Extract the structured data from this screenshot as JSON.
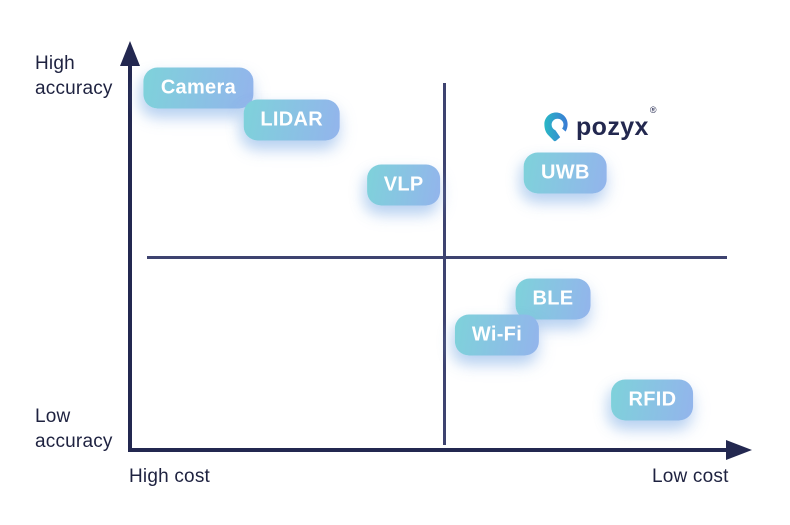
{
  "chart_data": {
    "type": "scatter",
    "title": "",
    "x_axis": {
      "left_label": "High cost",
      "right_label": "Low cost",
      "arrow": "right"
    },
    "y_axis": {
      "top_label": "High accuracy",
      "bottom_label": "Low accuracy",
      "arrow": "up"
    },
    "grid": "quadrant-cross",
    "points": [
      {
        "label": "Camera",
        "cost": 0.89,
        "accuracy": 0.89,
        "quadrant": "high-cost / high-accuracy"
      },
      {
        "label": "LIDAR",
        "cost": 0.74,
        "accuracy": 0.81,
        "quadrant": "high-cost / high-accuracy"
      },
      {
        "label": "VLP",
        "cost": 0.56,
        "accuracy": 0.65,
        "quadrant": "high-cost / high-accuracy"
      },
      {
        "label": "UWB",
        "cost": 0.3,
        "accuracy": 0.68,
        "quadrant": "low-cost / high-accuracy"
      },
      {
        "label": "BLE",
        "cost": 0.32,
        "accuracy": 0.37,
        "quadrant": "low-cost / low-accuracy"
      },
      {
        "label": "Wi-Fi",
        "cost": 0.41,
        "accuracy": 0.28,
        "quadrant": "low-cost / low-accuracy"
      },
      {
        "label": "RFID",
        "cost": 0.16,
        "accuracy": 0.12,
        "quadrant": "low-cost / low-accuracy"
      }
    ]
  },
  "brand": {
    "name": "pozyx",
    "registered_mark": "®",
    "icon": "pozyx-pin-icon"
  },
  "labels": {
    "high_accuracy": "High accuracy",
    "low_accuracy": "Low accuracy",
    "high_cost": "High cost",
    "low_cost": "Low cost"
  },
  "colors": {
    "background": "#ffffff",
    "axis": "#232850",
    "quadrant_divider": "#3e4370",
    "axis_label_text": "#1e2240",
    "pill_gradient_start": "#7ed2da",
    "pill_gradient_end": "#93b4ec",
    "pill_text": "#ffffff",
    "brand_text": "#23284f",
    "brand_icon_gradient_start": "#29b8c5",
    "brand_icon_gradient_end": "#3a7bd5"
  }
}
